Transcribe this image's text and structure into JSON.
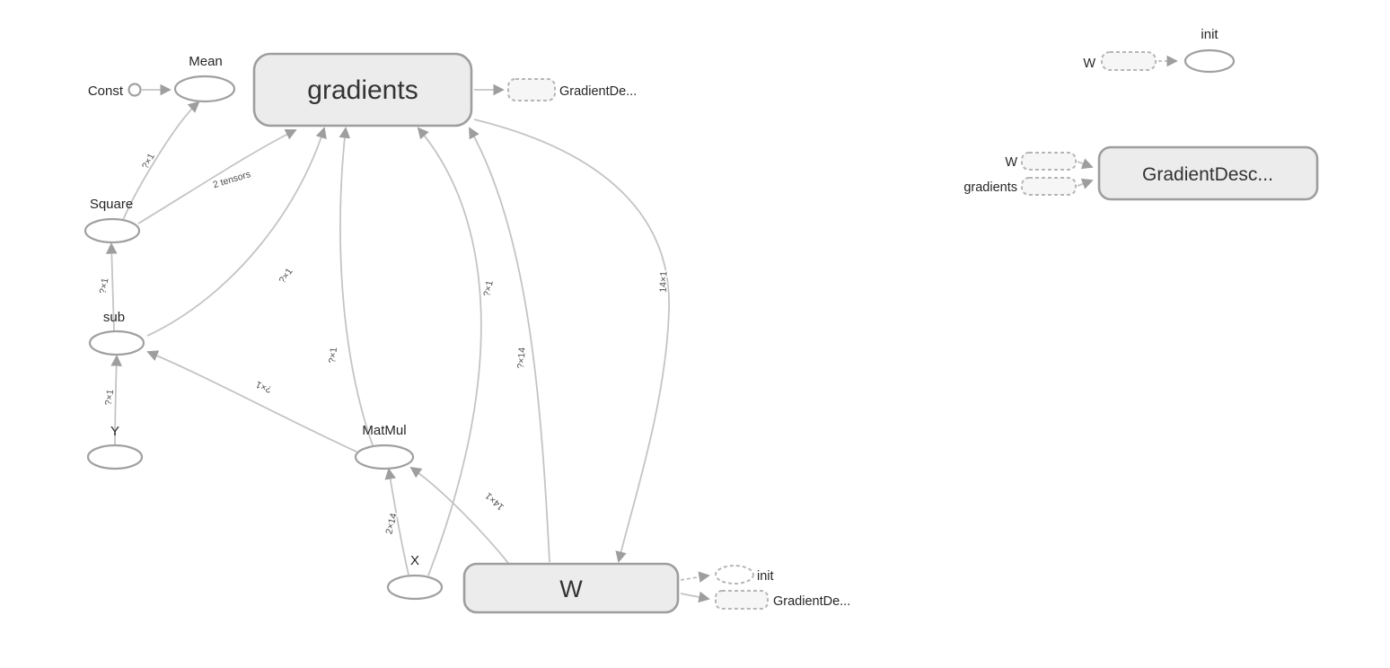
{
  "colors": {
    "background": "#ffffff",
    "edge": "#c4c4c4",
    "node_stroke": "#9e9e9e",
    "namespace_fill": "#ececec",
    "text": "#262626"
  },
  "main": {
    "node_labels": {
      "const": "Const",
      "mean": "Mean",
      "gradients": "gradients",
      "gradients_summary": "GradientDe...",
      "square": "Square",
      "sub": "sub",
      "y": "Y",
      "matmul": "MatMul",
      "x": "X",
      "w": "W",
      "w_init_summary": "init",
      "w_grad_summary": "GradientDe..."
    },
    "edge_labels": {
      "square_to_mean": "?×1",
      "square_to_gradients": "2 tensors",
      "sub_to_square": "?×1",
      "y_to_sub": "?×1",
      "sub_to_gradients": "?×1",
      "matmul_to_gradients": "?×1",
      "x_to_gradients": "?×1",
      "w_to_gradients": "?×14",
      "gradients_to_w": "14×1",
      "matmul_to_sub": "?×1",
      "w_to_matmul": "14×1",
      "x_to_matmul": "2×14"
    }
  },
  "aux": {
    "node_labels": {
      "init": "init",
      "w_ref_init": "W",
      "gradient_descent": "GradientDesc...",
      "w_ref_gd": "W",
      "gradients_ref_gd": "gradients"
    }
  }
}
